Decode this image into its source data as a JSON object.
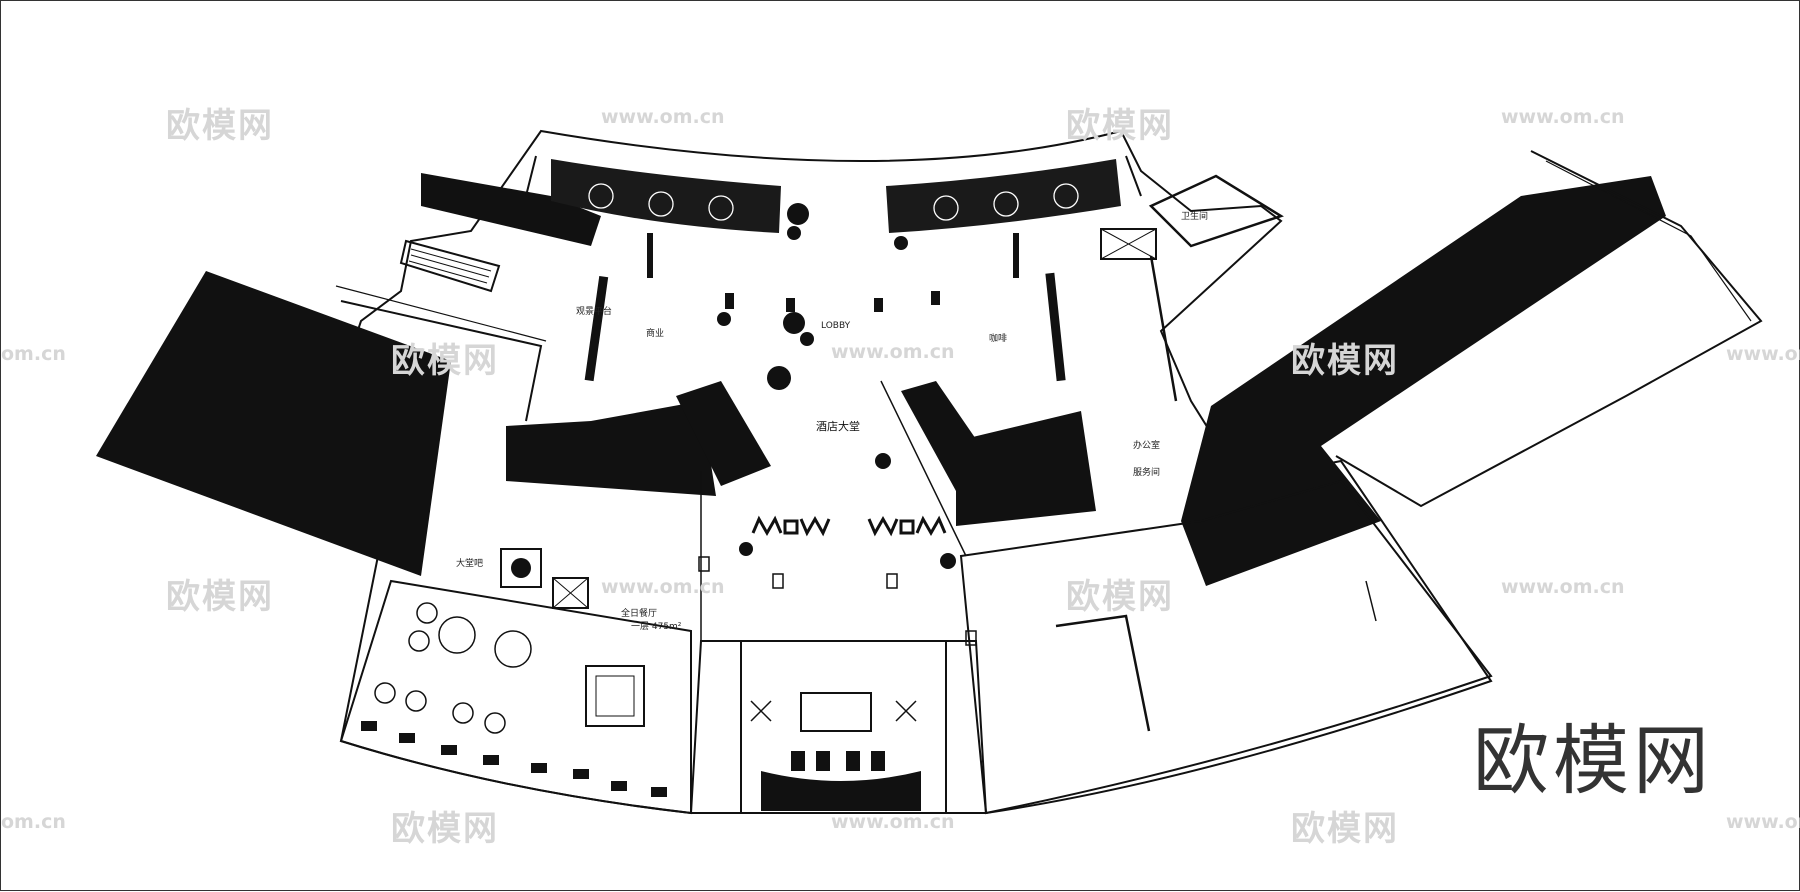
{
  "watermark": {
    "brand": "欧模网",
    "url": "www.om.cn",
    "url_short": "om.cn"
  },
  "logo": {
    "text": "欧模网"
  },
  "plan": {
    "lobby_label": "酒店大堂",
    "lobby_sub": "LOBBY",
    "labels": {
      "small_room": "卫生间",
      "office_1": "办公室",
      "office_2": "服务间",
      "deck": "观景平台",
      "shop": "商业",
      "cafe": "咖啡",
      "lounge": "大堂吧",
      "restaurant": "全日餐厅",
      "area": "一层 475m²"
    },
    "colors": {
      "ink": "#111111",
      "watermark": "#d6d6d6",
      "border": "#333333"
    }
  }
}
